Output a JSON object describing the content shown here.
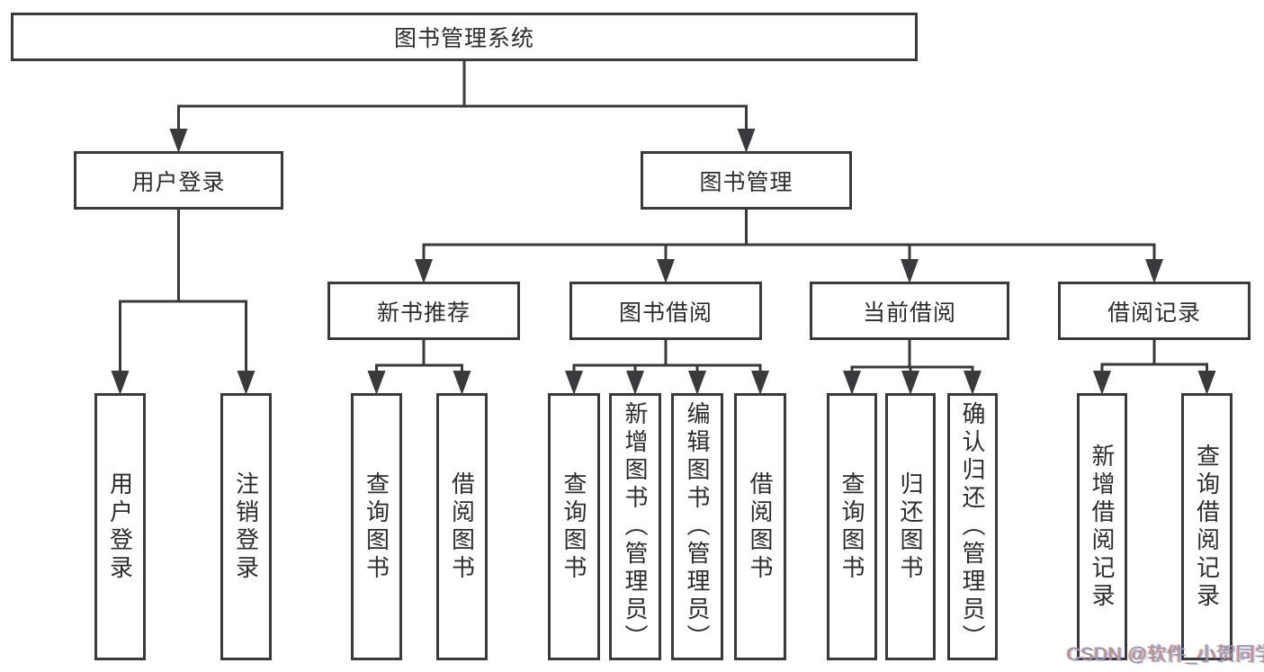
{
  "diagram": {
    "title": "图书管理系统",
    "nodes": [
      {
        "id": "root",
        "label": "图书管理系统",
        "orientation": "horizontal"
      },
      {
        "id": "user-login",
        "label": "用户登录",
        "orientation": "horizontal"
      },
      {
        "id": "book-mgmt",
        "label": "图书管理",
        "orientation": "horizontal"
      },
      {
        "id": "new-book",
        "label": "新书推荐",
        "orientation": "horizontal"
      },
      {
        "id": "book-borrow",
        "label": "图书借阅",
        "orientation": "horizontal"
      },
      {
        "id": "current-borrow",
        "label": "当前借阅",
        "orientation": "horizontal"
      },
      {
        "id": "borrow-records",
        "label": "借阅记录",
        "orientation": "horizontal"
      },
      {
        "id": "ul-login",
        "label": "用户登录",
        "orientation": "vertical"
      },
      {
        "id": "ul-logout",
        "label": "注销登录",
        "orientation": "vertical"
      },
      {
        "id": "nb-query",
        "label": "查询图书",
        "orientation": "vertical"
      },
      {
        "id": "nb-borrow",
        "label": "借阅图书",
        "orientation": "vertical"
      },
      {
        "id": "bb-query",
        "label": "查询图书",
        "orientation": "vertical"
      },
      {
        "id": "bb-add",
        "label": "新增图书（管理员）",
        "orientation": "vertical"
      },
      {
        "id": "bb-edit",
        "label": "编辑图书（管理员）",
        "orientation": "vertical"
      },
      {
        "id": "bb-borrow",
        "label": "借阅图书",
        "orientation": "vertical"
      },
      {
        "id": "cb-query",
        "label": "查询图书",
        "orientation": "vertical"
      },
      {
        "id": "cb-return",
        "label": "归还图书",
        "orientation": "vertical"
      },
      {
        "id": "cb-confirm",
        "label": "确认归还（管理员）",
        "orientation": "vertical"
      },
      {
        "id": "br-add",
        "label": "新增借阅记录",
        "orientation": "vertical"
      },
      {
        "id": "br-query",
        "label": "查询借阅记录",
        "orientation": "vertical"
      }
    ],
    "edges": [
      {
        "parent": "root",
        "children": [
          "user-login",
          "book-mgmt"
        ]
      },
      {
        "parent": "user-login",
        "children": [
          "ul-login",
          "ul-logout"
        ]
      },
      {
        "parent": "book-mgmt",
        "children": [
          "new-book",
          "book-borrow",
          "current-borrow",
          "borrow-records"
        ]
      },
      {
        "parent": "new-book",
        "children": [
          "nb-query",
          "nb-borrow"
        ]
      },
      {
        "parent": "book-borrow",
        "children": [
          "bb-query",
          "bb-add",
          "bb-edit",
          "bb-borrow"
        ]
      },
      {
        "parent": "current-borrow",
        "children": [
          "cb-query",
          "cb-return",
          "cb-confirm"
        ]
      },
      {
        "parent": "borrow-records",
        "children": [
          "br-add",
          "br-query"
        ]
      }
    ]
  },
  "watermark": {
    "text": "CSDN @软件_小贺同学"
  },
  "colors": {
    "line": "#3a3a3c",
    "box_border": "#3a3a3c",
    "box_fill": "#ffffff",
    "text": "#2d2d30",
    "background": "#ffffff",
    "watermark": "#9b9ba1"
  }
}
